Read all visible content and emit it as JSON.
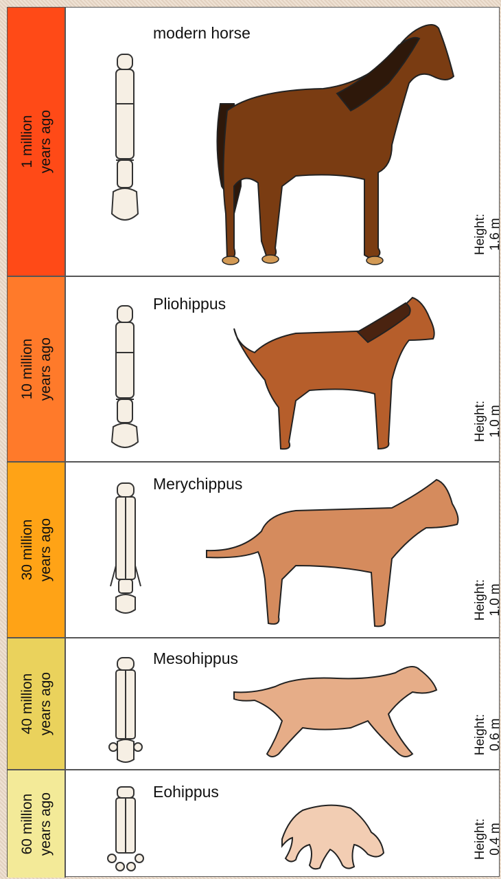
{
  "rows": [
    {
      "period_line1": "1 million",
      "period_line2": "years ago",
      "name": "modern horse",
      "height_label": "Height:",
      "height_value": "1.6 m",
      "band_color": "#ff4a17"
    },
    {
      "period_line1": "10 million",
      "period_line2": "years ago",
      "name": "Pliohippus",
      "height_label": "Height:",
      "height_value": "1.0 m",
      "band_color": "#ff7a2a"
    },
    {
      "period_line1": "30 million",
      "period_line2": "years ago",
      "name": "Merychippus",
      "height_label": "Height:",
      "height_value": "1.0 m",
      "band_color": "#ffa316"
    },
    {
      "period_line1": "40 million",
      "period_line2": "years ago",
      "name": "Mesohippus",
      "height_label": "Height:",
      "height_value": "0.6 m",
      "band_color": "#ead25c"
    },
    {
      "period_line1": "60 million",
      "period_line2": "years ago",
      "name": "Eohippus",
      "height_label": "Height:",
      "height_value": "0.4 m",
      "band_color": "#f3ea98"
    }
  ],
  "animal_colors": [
    "#7a3c12",
    "#b65e2b",
    "#d58b5d",
    "#e6ad88",
    "#f2cdb3"
  ],
  "dark_colors": [
    "#2e180a",
    "#4a2310",
    "#8a4a22",
    "#9a5e3e",
    "#b38a72"
  ]
}
